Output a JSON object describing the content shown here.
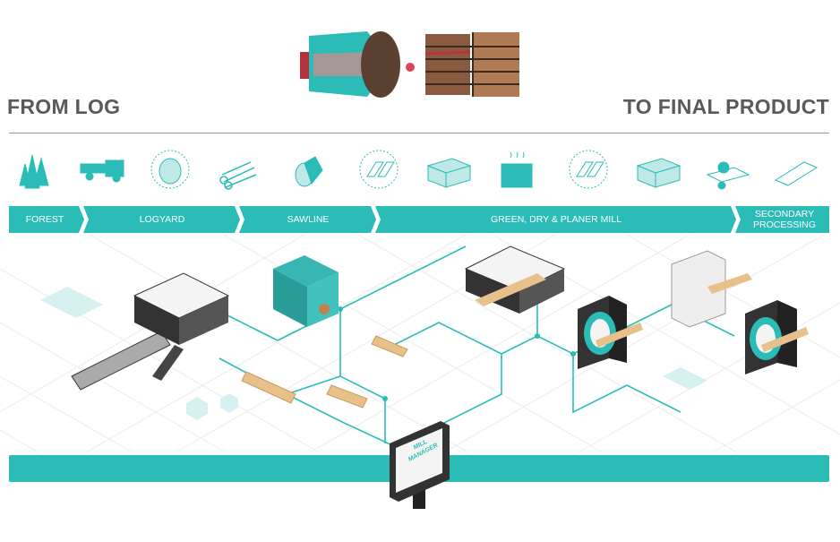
{
  "header": {
    "left_title": "FROM LOG",
    "right_title": "TO FINAL PRODUCT"
  },
  "icons": [
    "trees-icon",
    "logging-truck-icon",
    "log-end-icon",
    "log-pile-icon",
    "debarked-log-icon",
    "cants-icon",
    "lumber-stack-icon",
    "kiln-icon",
    "boards-icon",
    "lumber-stack-icon",
    "planer-icon",
    "finished-board-icon"
  ],
  "stages": [
    {
      "label": "FOREST"
    },
    {
      "label": "LOGYARD"
    },
    {
      "label": "SAWLINE"
    },
    {
      "label": "GREEN, DRY & PLANER MILL"
    },
    {
      "label": "SECONDARY PROCESSING"
    }
  ],
  "sign": {
    "label": "MILL MANAGER"
  },
  "colors": {
    "accent": "#2bbcb8",
    "title": "#5a5a5a",
    "dark": "#333333",
    "wood": "#e8c08a"
  }
}
